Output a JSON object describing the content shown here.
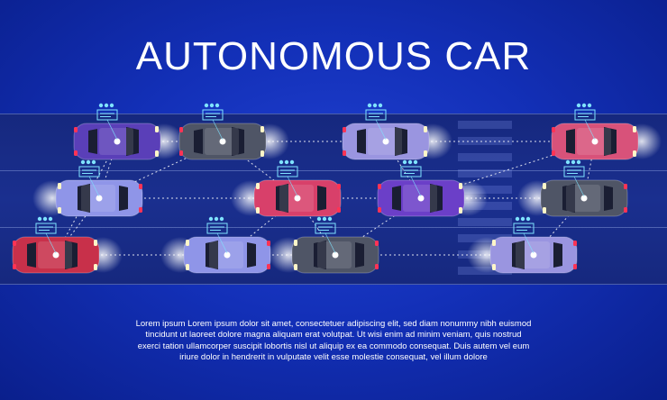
{
  "title": "AUTONOMOUS CAR",
  "body_text": "Lorem ipsum Lorem ipsum dolor sit amet, consectetuer adipiscing elit, sed diam nonummy nibh euismod\ntincidunt ut laoreet dolore magna aliquam erat volutpat. Ut wisi enim ad minim veniam, quis nostrud\nexerci tation ullamcorper suscipit lobortis nisl ut aliquip ex ea commodo consequat. Duis autem vel eum\niriure dolor in hendrerit in vulputate velit esse molestie consequat, vel illum dolore",
  "colors": {
    "background": "#1330b8",
    "road": "#1a2f8f",
    "connection_line": "#ffffff",
    "sensor_icon": "#7fe3ff",
    "car_purple": "#5a3fb8",
    "car_gray": "#5a6070",
    "car_lavender": "#9a95e0",
    "car_pink": "#d8527a",
    "car_red": "#c8304a",
    "car_violet": "#6b3fc8"
  },
  "cars": [
    {
      "name": "car-purple-top-left",
      "color": "#5a3fb8",
      "icon": "car-topview-icon"
    },
    {
      "name": "car-gray-top",
      "color": "#4f5566",
      "icon": "car-topview-icon"
    },
    {
      "name": "car-lavender-top",
      "color": "#9a95e0",
      "icon": "car-topview-icon"
    },
    {
      "name": "car-pink-top-right",
      "color": "#d8527a",
      "icon": "car-topview-icon"
    },
    {
      "name": "car-lavender-mid-left",
      "color": "#8f95e8",
      "icon": "car-topview-icon"
    },
    {
      "name": "car-pink-mid",
      "color": "#d8406a",
      "icon": "car-topview-icon"
    },
    {
      "name": "car-violet-mid",
      "color": "#6b3fc8",
      "icon": "car-topview-icon"
    },
    {
      "name": "car-gray-mid-right",
      "color": "#4f5566",
      "icon": "car-topview-icon"
    },
    {
      "name": "car-red-bottom-left",
      "color": "#c8304a",
      "icon": "car-topview-icon"
    },
    {
      "name": "car-lavender-bottom",
      "color": "#8f95e8",
      "icon": "car-topview-icon"
    },
    {
      "name": "car-gray-bottom",
      "color": "#4f5566",
      "icon": "car-topview-icon"
    },
    {
      "name": "car-lavender-bottom-right",
      "color": "#9a95e0",
      "icon": "car-topview-icon"
    }
  ]
}
